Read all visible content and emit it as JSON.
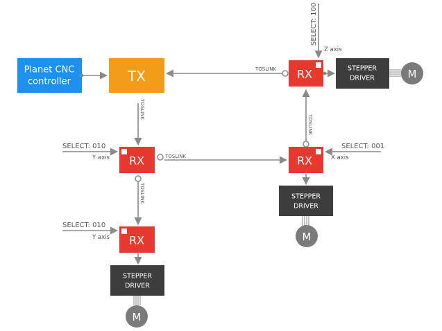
{
  "controller": {
    "line1": "Planet CNC",
    "line2": "controller"
  },
  "tx": {
    "label": "TX"
  },
  "rx": {
    "label": "RX"
  },
  "driver": {
    "line1": "STEPPER",
    "line2": "DRIVER"
  },
  "motor": {
    "label": "M"
  },
  "link": {
    "label": "TOSLINK"
  },
  "select": {
    "z": "SELECT: 100",
    "y": "SELECT: 010",
    "x": "SELECT: 001"
  },
  "axes": {
    "z": "Z axis",
    "y": "Y axis",
    "x": "X axis"
  },
  "colors": {
    "controller": "#1e90f0",
    "tx": "#f39c1a",
    "rx": "#e8392f",
    "driver": "#3d3d3d",
    "motor": "#7a7a7a",
    "wire": "#8a8a8a"
  }
}
